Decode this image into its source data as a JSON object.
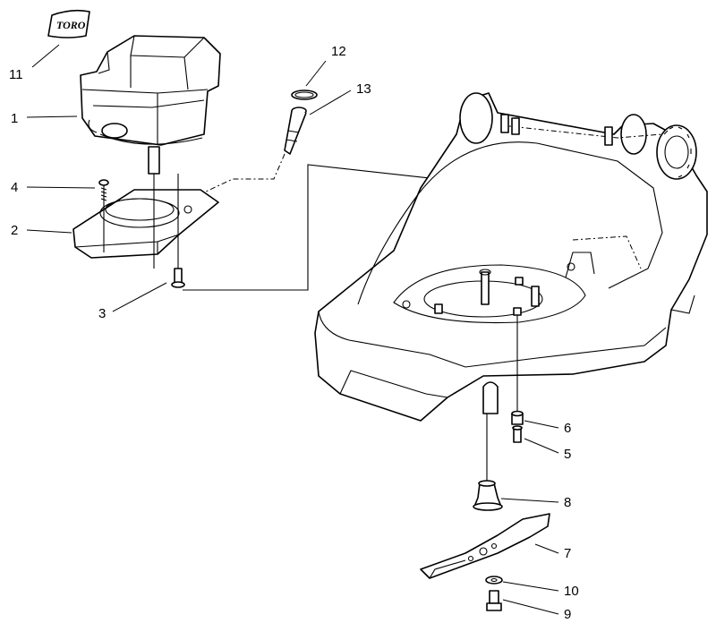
{
  "logo": {
    "text": "TORO"
  },
  "callouts": [
    {
      "id": "11",
      "label": "11"
    },
    {
      "id": "1",
      "label": "1"
    },
    {
      "id": "4",
      "label": "4"
    },
    {
      "id": "2",
      "label": "2"
    },
    {
      "id": "3",
      "label": "3"
    },
    {
      "id": "12",
      "label": "12"
    },
    {
      "id": "13",
      "label": "13"
    },
    {
      "id": "6",
      "label": "6"
    },
    {
      "id": "5",
      "label": "5"
    },
    {
      "id": "8",
      "label": "8"
    },
    {
      "id": "7",
      "label": "7"
    },
    {
      "id": "10",
      "label": "10"
    },
    {
      "id": "9",
      "label": "9"
    }
  ]
}
